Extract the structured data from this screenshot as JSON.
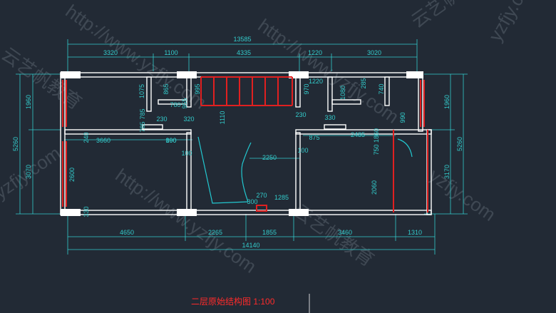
{
  "colors": {
    "background": "#222a35",
    "dimension": "#33cccc",
    "wall": "#ffffff",
    "accent_red": "#e02020",
    "door_swing": "#22c8d0",
    "title": "#ff2a2a",
    "watermark": "#aab4c0"
  },
  "title": "二层原始结构图 1:100",
  "watermarks": {
    "url": "http://www.yzfjy.com",
    "brand": "云艺帆教育",
    "short": "yzfjy.com"
  },
  "dimensions": {
    "top_total": "13585",
    "top_segments": [
      "3320",
      "1100",
      "4335",
      "1220",
      "3020"
    ],
    "bottom_total": "14140",
    "bottom_segments": [
      "4650",
      "2265",
      "1855",
      "3460",
      "1310"
    ],
    "left_total": "5260",
    "left_segments": [
      "1960",
      "3070"
    ],
    "right_total": "5260",
    "right_segments": [
      "1960",
      "3170"
    ],
    "interior": [
      "1075",
      "865",
      "995",
      "785",
      "780",
      "230",
      "320",
      "955",
      "1110",
      "970",
      "1220",
      "1080",
      "285",
      "740",
      "990",
      "230",
      "330",
      "2485",
      "875",
      "3660",
      "890",
      "100",
      "100",
      "2250",
      "2600",
      "330",
      "270",
      "1285",
      "300",
      "2060",
      "750",
      "1860",
      "240",
      "100",
      "785"
    ]
  }
}
